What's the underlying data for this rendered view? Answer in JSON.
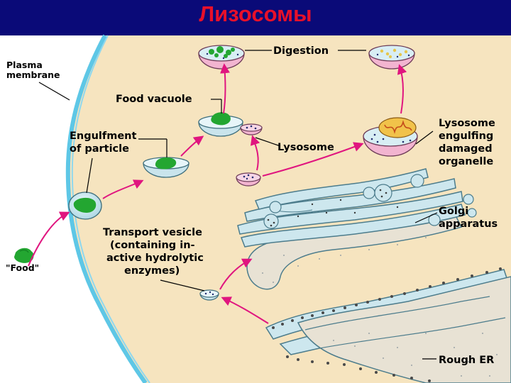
{
  "title": "Лизосомы",
  "labels": {
    "plasma_membrane": [
      "Plasma",
      "membrane"
    ],
    "digestion": "Digestion",
    "food_vacuole": "Food vacuole",
    "engulfment": [
      "Engulfment",
      "of particle"
    ],
    "lysosome": "Lysosome",
    "lysosome_engulfing": [
      "Lysosome",
      "engulfing",
      "damaged",
      "organelle"
    ],
    "golgi": [
      "Golgi",
      "apparatus"
    ],
    "transport_vesicle": [
      "Transport vesicle",
      "(containing in-",
      "active hydrolytic",
      "enzymes)"
    ],
    "food": "\"Food\"",
    "rough_er": "Rough ER"
  },
  "colors": {
    "title_bar": "#0a0a78",
    "title_text": "#e8102a",
    "cytoplasm": "#f6e4bf",
    "membrane": "#5ec7e6",
    "organelle": "#cde7ee",
    "arrow": "#e0157f",
    "food": "#23a631",
    "lysosome_base": "#f2b4d0"
  }
}
